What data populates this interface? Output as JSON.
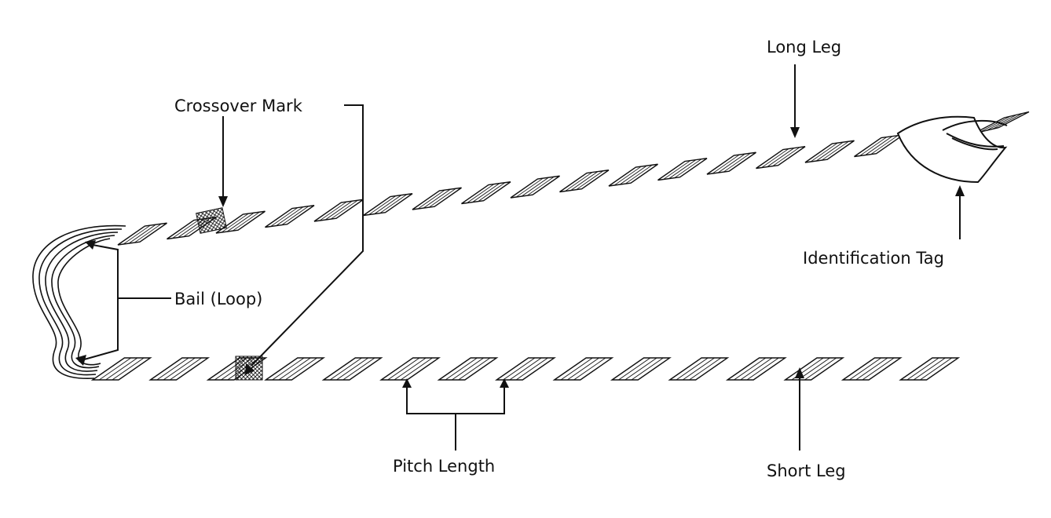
{
  "labels": {
    "long_leg": "Long Leg",
    "crossover_mark": "Crossover Mark",
    "identification_tag": "Identification Tag",
    "bail": "Bail (Loop)",
    "pitch_length": "Pitch Length",
    "short_leg": "Short Leg"
  },
  "colors": {
    "ink": "#111111",
    "band_fill": "#ffffff",
    "background": "#ffffff"
  }
}
